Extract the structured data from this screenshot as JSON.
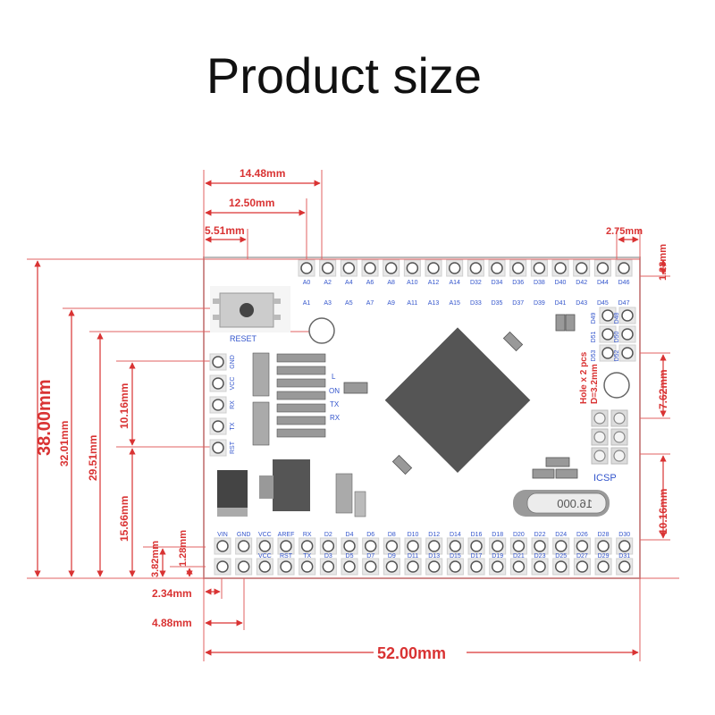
{
  "title": "Product size",
  "dimensions": {
    "top_14_48": "14.48mm",
    "top_12_50": "12.50mm",
    "top_5_51": "5.51mm",
    "top_2_75": "2.75mm",
    "right_1_23": "1.23mm",
    "right_7_62": "7.62mm",
    "right_10_16": "10.16mm",
    "left_38_00": "38.00mm",
    "left_32_01": "32.01mm",
    "left_29_51": "29.51mm",
    "left_10_16": "10.16mm",
    "left_15_66": "15.66mm",
    "left_3_82": "3.82mm",
    "left_1_28": "1.28mm",
    "bottom_2_34": "2.34mm",
    "bottom_4_88": "4.88mm",
    "bottom_52_00": "52.00mm"
  },
  "board": {
    "reset_label": "RESET",
    "icsp_label": "ICSP",
    "crystal_label": "16.000",
    "hole_note_1": "Hole x 2 pcs",
    "hole_note_2": "D=3.2mm",
    "led_labels": [
      "L",
      "ON",
      "TX",
      "RX"
    ],
    "side_header_labels": [
      "GND",
      "VCC",
      "RX",
      "TX",
      "RST"
    ],
    "top_row_1": [
      "A0",
      "A2",
      "A4",
      "A6",
      "A8",
      "A10",
      "A12",
      "A14",
      "D32",
      "D34",
      "D36",
      "D38",
      "D40",
      "D42",
      "D44",
      "D46"
    ],
    "top_row_2": [
      "A1",
      "A3",
      "A5",
      "A7",
      "A9",
      "A11",
      "A13",
      "A15",
      "D33",
      "D35",
      "D37",
      "D39",
      "D41",
      "D43",
      "D45",
      "D47"
    ],
    "spi_labels": [
      "D49",
      "D51",
      "D53",
      "D48",
      "D50",
      "D52"
    ],
    "bottom_row_1": [
      "VIN",
      "GND",
      "VCC",
      "AREF",
      "RX",
      "D2",
      "D4",
      "D6",
      "D8",
      "D10",
      "D12",
      "D14",
      "D16",
      "D18",
      "D20",
      "D22",
      "D24",
      "D26",
      "D28",
      "D30"
    ],
    "bottom_row_2": [
      "VCC",
      "RST",
      "TX",
      "D3",
      "D5",
      "D7",
      "D9",
      "D11",
      "D13",
      "D15",
      "D17",
      "D19",
      "D21",
      "D23",
      "D25",
      "D27",
      "D29",
      "D31"
    ]
  }
}
